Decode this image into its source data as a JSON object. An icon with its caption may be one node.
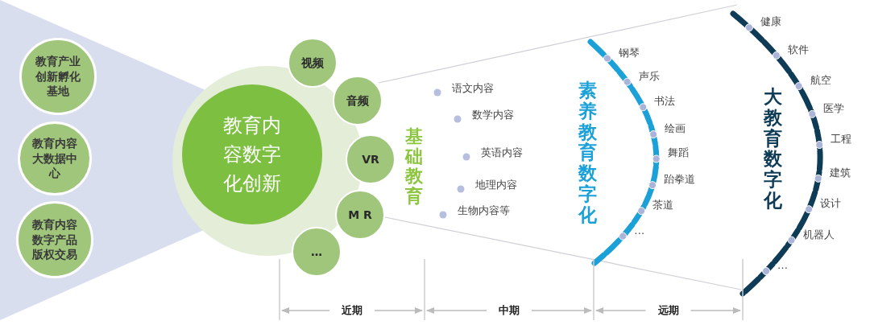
{
  "diagram": {
    "nodes": [
      {
        "text": [
          "教育产业创新孵化基地"
        ]
      },
      {
        "text": [
          "教育内容大数据中心"
        ]
      },
      {
        "text": [
          "教育内容数字产品版权交易"
        ]
      },
      {
        "text": [
          "教育内容数字化创新"
        ]
      },
      {
        "text": [
          "视频"
        ]
      },
      {
        "text": [
          "音频"
        ]
      },
      {
        "text": [
          "VR"
        ]
      },
      {
        "text": [
          "M R"
        ]
      },
      {
        "text": [
          "…"
        ]
      }
    ],
    "labels": [
      "基础教育",
      "语文内容",
      "数学内容",
      "英语内容",
      "地理内容",
      "生物内容等",
      "素养教育数字化",
      "钢琴",
      "声乐",
      "书法",
      "绘画",
      "舞蹈",
      "跆拳道",
      "茶道",
      "…",
      "大教育数字化",
      "健康",
      "软件",
      "航空",
      "医学",
      "工程",
      "建筑",
      "设计",
      "机器人",
      "…",
      "近期",
      "中期",
      "远期"
    ]
  }
}
